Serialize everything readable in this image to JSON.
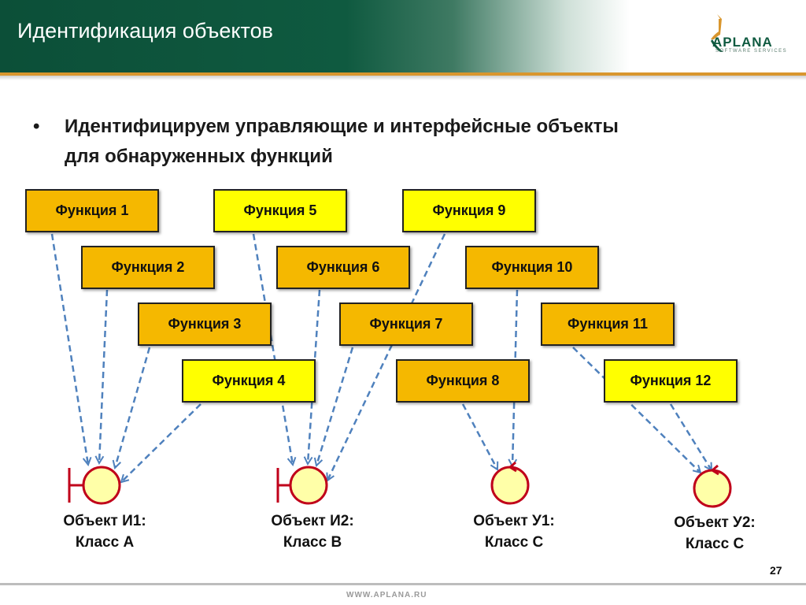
{
  "header": {
    "title": "Идентификация объектов",
    "logo_text": "APLANA",
    "logo_sub": "SOFTWARE SERVICES"
  },
  "bullet": {
    "symbol": "•",
    "line1": "Идентифицируем управляющие и интерфейсные объекты",
    "line2": "для обнаруженных функций"
  },
  "functions": [
    {
      "id": "f1",
      "label": "Функция 1",
      "color": "orange"
    },
    {
      "id": "f2",
      "label": "Функция 2",
      "color": "orange"
    },
    {
      "id": "f3",
      "label": "Функция 3",
      "color": "orange"
    },
    {
      "id": "f4",
      "label": "Функция 4",
      "color": "yellow"
    },
    {
      "id": "f5",
      "label": "Функция 5",
      "color": "yellow"
    },
    {
      "id": "f6",
      "label": "Функция 6",
      "color": "orange"
    },
    {
      "id": "f7",
      "label": "Функция 7",
      "color": "orange"
    },
    {
      "id": "f8",
      "label": "Функция 8",
      "color": "orange"
    },
    {
      "id": "f9",
      "label": "Функция 9",
      "color": "yellow"
    },
    {
      "id": "f10",
      "label": "Функция 10",
      "color": "orange"
    },
    {
      "id": "f11",
      "label": "Функция 11",
      "color": "orange"
    },
    {
      "id": "f12",
      "label": "Функция 12",
      "color": "yellow"
    }
  ],
  "objects": [
    {
      "id": "o1",
      "type": "interface",
      "line1": "Объект И1:",
      "line2": "Класс А"
    },
    {
      "id": "o2",
      "type": "interface",
      "line1": "Объект И2:",
      "line2": "Класс B"
    },
    {
      "id": "o3",
      "type": "control",
      "line1": "Объект У1:",
      "line2": "Класс С"
    },
    {
      "id": "o4",
      "type": "control",
      "line1": "Объект У2:",
      "line2": "Класс С"
    }
  ],
  "colors": {
    "orange": "#f5b800",
    "yellow": "#ffff00",
    "object_fill": "#ffffa8",
    "object_stroke": "#c0001a",
    "arrow": "#4f81bd",
    "header": "#0f5a40",
    "accent_line": "#d9962e"
  },
  "footer": {
    "url": "WWW.APLANA.RU",
    "page": "27"
  }
}
